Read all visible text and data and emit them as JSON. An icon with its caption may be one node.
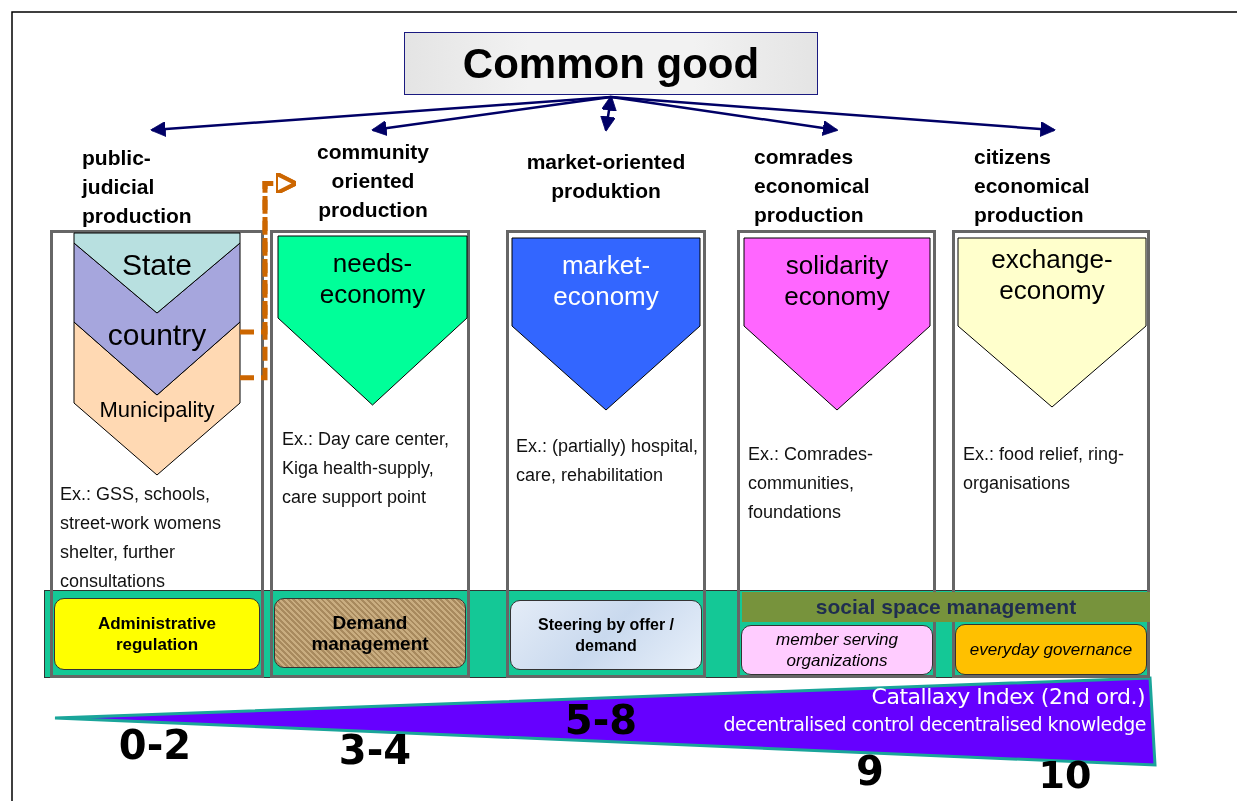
{
  "diagram": {
    "nodes": [
      {
        "text": [
          "Common good"
        ]
      },
      {
        "text": [
          "public-judicial production",
          "Ex.: GSS, schools, street-work womens shelter, further consultations"
        ]
      },
      {
        "text": [
          "State"
        ],
        "in": 1
      },
      {
        "text": [
          "country"
        ],
        "in": 1
      },
      {
        "text": [
          "Municipality"
        ],
        "in": 1
      },
      {
        "text": [
          "community oriented production",
          "Ex.: Day care center, Kiga health-supply, care support point"
        ]
      },
      {
        "text": [
          "needs-economy"
        ],
        "in": 5
      },
      {
        "text": [
          "market-oriented produktion",
          "Ex.: (partially) hospital, care, rehabilitation"
        ]
      },
      {
        "text": [
          "market-economy"
        ],
        "in": 7
      },
      {
        "text": [
          "comrades economical production",
          "Ex.: Comrades-communities, foundations"
        ]
      },
      {
        "text": [
          "solidarity economy"
        ],
        "in": 9
      },
      {
        "text": [
          "citizens economical production",
          "Ex.: food relief, ring-organisations"
        ]
      },
      {
        "text": [
          "exchange-economy"
        ],
        "in": 11
      },
      {
        "text": [
          "Administrative regulation"
        ],
        "in": 1
      },
      {
        "text": [
          "Demand management"
        ],
        "in": 5
      },
      {
        "text": [
          "Steering by offer / demand"
        ],
        "in": 7
      },
      {
        "text": [
          "social space management"
        ]
      },
      {
        "text": [
          "member serving organizations"
        ],
        "in": 9
      },
      {
        "text": [
          "everyday governance"
        ],
        "in": 11
      }
    ],
    "edges": [
      {
        "from": 0,
        "to": 1,
        "arrow": "to"
      },
      {
        "from": 0,
        "to": 5,
        "arrow": "to"
      },
      {
        "from": 0,
        "to": 7,
        "arrow": "both"
      },
      {
        "from": 0,
        "to": 9,
        "arrow": "to"
      },
      {
        "from": 0,
        "to": 11,
        "arrow": "to"
      },
      {
        "from": 3,
        "to": 5,
        "arrow": "to",
        "style": "dashed",
        "color": "#cc6600"
      },
      {
        "from": 4,
        "to": 5,
        "arrow": "to",
        "style": "dashed",
        "color": "#cc6600"
      }
    ],
    "labels": [
      "Catallaxy Index (2nd ord.)",
      "0-2",
      "3-4",
      "5-8",
      "decentralised control decentralised knowledge",
      "9",
      "10"
    ]
  }
}
